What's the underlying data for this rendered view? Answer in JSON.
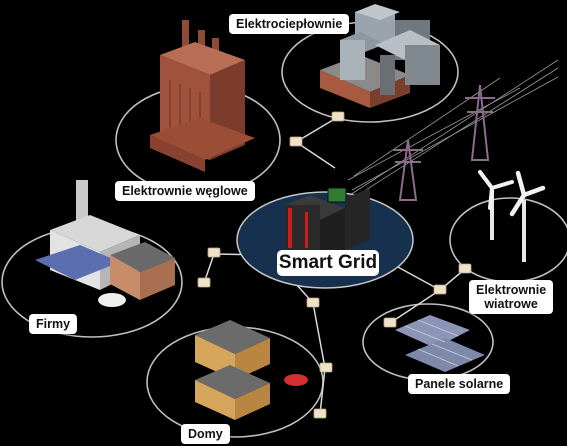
{
  "central": {
    "label": "Smart Grid"
  },
  "nodes": {
    "chp": "Elektrociepłownie",
    "coal": "Elektrownie węglowe",
    "business": "Firmy",
    "wind_line1": "Elektrownie",
    "wind_line2": "wiatrowe",
    "solar": "Panele solarne",
    "homes": "Domy"
  },
  "colors": {
    "background": "#000000",
    "ring_stroke": "#bfbfbf",
    "central_disk": "#17304e",
    "brick": "#a0523d",
    "tower": "#8c6a8e",
    "connector": "#efe2c7"
  }
}
